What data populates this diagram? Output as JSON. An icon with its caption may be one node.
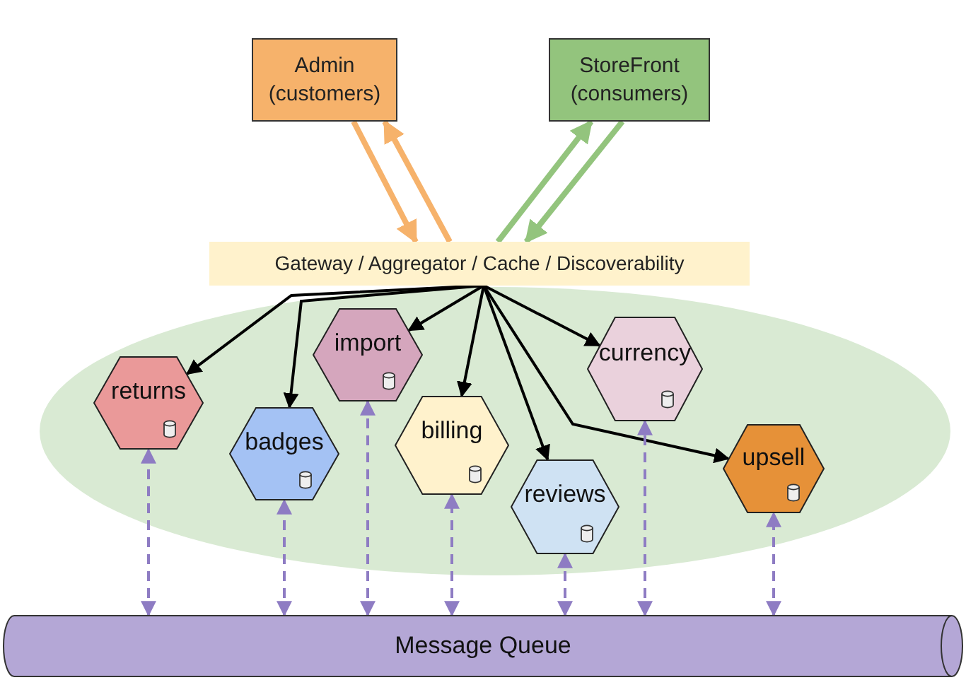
{
  "diagram": {
    "nodes": [
      {
        "text": [
          "Admin (customers)"
        ]
      },
      {
        "text": [
          "StoreFront (consumers)"
        ]
      },
      {
        "text": [
          "Gateway / Aggregator / Cache / Discoverability"
        ]
      },
      {
        "text": [],
        "shape": "ellipse"
      },
      {
        "text": [
          "returns"
        ],
        "in": 3
      },
      {
        "text": [
          "import"
        ],
        "in": 3
      },
      {
        "text": [
          "badges"
        ],
        "in": 3
      },
      {
        "text": [
          "billing"
        ],
        "in": 3
      },
      {
        "text": [
          "reviews"
        ],
        "in": 3
      },
      {
        "text": [
          "currency"
        ],
        "in": 3
      },
      {
        "text": [
          "upsell"
        ],
        "in": 3
      },
      {
        "text": [
          "Message Queue"
        ]
      }
    ],
    "edges": [
      {
        "from": 0,
        "to": 2,
        "arrow": "to",
        "style": "thick",
        "color": "#f6b26b"
      },
      {
        "from": 2,
        "to": 0,
        "arrow": "to",
        "style": "thick",
        "color": "#f6b26b"
      },
      {
        "from": 2,
        "to": 1,
        "arrow": "to",
        "style": "thick",
        "color": "#93c47d"
      },
      {
        "from": 1,
        "to": 2,
        "arrow": "to",
        "style": "thick",
        "color": "#93c47d"
      },
      {
        "from": 2,
        "to": 4,
        "arrow": "to"
      },
      {
        "from": 2,
        "to": 5,
        "arrow": "to"
      },
      {
        "from": 2,
        "to": 6,
        "arrow": "to"
      },
      {
        "from": 2,
        "to": 7,
        "arrow": "to"
      },
      {
        "from": 2,
        "to": 8,
        "arrow": "to"
      },
      {
        "from": 2,
        "to": 9,
        "arrow": "to"
      },
      {
        "from": 2,
        "to": 10,
        "arrow": "to"
      },
      {
        "from": 11,
        "to": 4,
        "arrow": "both",
        "style": "dashed",
        "color": "#8e7cc3"
      },
      {
        "from": 11,
        "to": 6,
        "arrow": "both",
        "style": "dashed",
        "color": "#8e7cc3"
      },
      {
        "from": 11,
        "to": 5,
        "arrow": "both",
        "style": "dashed",
        "color": "#8e7cc3"
      },
      {
        "from": 11,
        "to": 7,
        "arrow": "both",
        "style": "dashed",
        "color": "#8e7cc3"
      },
      {
        "from": 11,
        "to": 8,
        "arrow": "both",
        "style": "dashed",
        "color": "#8e7cc3"
      },
      {
        "from": 11,
        "to": 9,
        "arrow": "both",
        "style": "dashed",
        "color": "#8e7cc3"
      },
      {
        "from": 11,
        "to": 10,
        "arrow": "both",
        "style": "dashed",
        "color": "#8e7cc3"
      }
    ]
  }
}
